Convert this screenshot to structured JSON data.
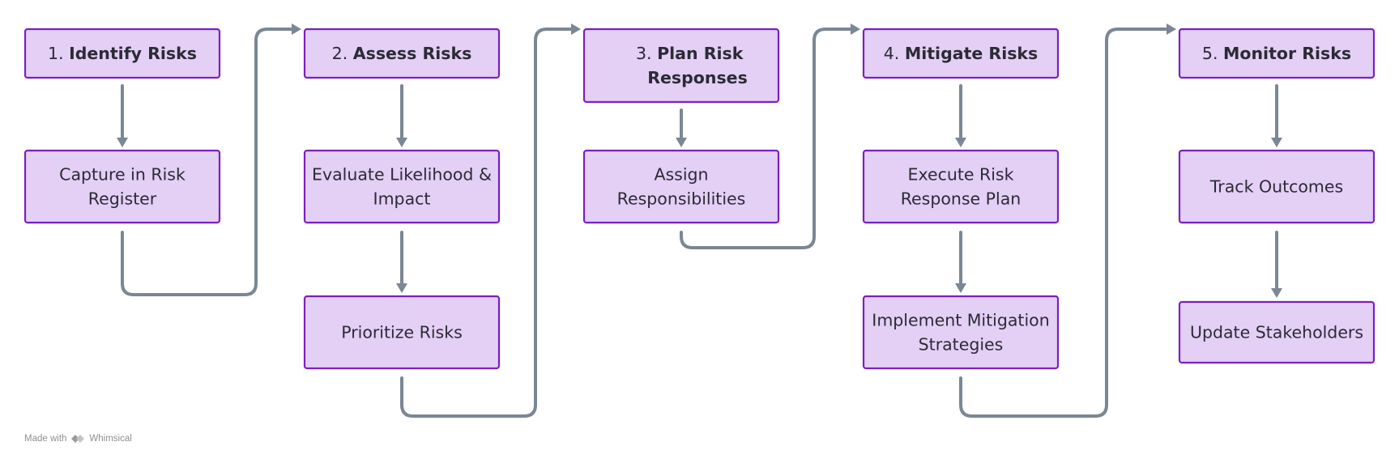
{
  "colors": {
    "node_fill": "#e4cff5",
    "node_border": "#7b1fc0",
    "connector": "#7a8794",
    "text": "#2b2b36"
  },
  "nodes": {
    "identify": {
      "number": "1.",
      "label": "Identify Risks"
    },
    "capture": {
      "label": "Capture in Risk Register"
    },
    "assess": {
      "number": "2.",
      "label": "Assess Risks"
    },
    "evaluate": {
      "label": "Evaluate Likelihood & Impact"
    },
    "prioritize": {
      "label": "Prioritize Risks"
    },
    "plan": {
      "number": "3.",
      "label": "Plan Risk Responses"
    },
    "assign": {
      "label": "Assign Responsibilities"
    },
    "mitigate": {
      "number": "4.",
      "label": "Mitigate Risks"
    },
    "execute": {
      "label": "Execute Risk Response Plan"
    },
    "implement": {
      "label": "Implement Mitigation Strategies"
    },
    "monitor": {
      "number": "5.",
      "label": "Monitor Risks"
    },
    "track": {
      "label": "Track Outcomes"
    },
    "update": {
      "label": "Update Stakeholders"
    }
  },
  "edges": [
    [
      "identify",
      "capture"
    ],
    [
      "capture",
      "assess"
    ],
    [
      "assess",
      "evaluate"
    ],
    [
      "evaluate",
      "prioritize"
    ],
    [
      "prioritize",
      "plan"
    ],
    [
      "plan",
      "assign"
    ],
    [
      "assign",
      "mitigate"
    ],
    [
      "mitigate",
      "execute"
    ],
    [
      "execute",
      "implement"
    ],
    [
      "implement",
      "monitor"
    ],
    [
      "monitor",
      "track"
    ],
    [
      "track",
      "update"
    ]
  ],
  "footer": {
    "made_with": "Made with",
    "brand": "Whimsical",
    "logo_icon": "whimsical-logo-icon"
  }
}
